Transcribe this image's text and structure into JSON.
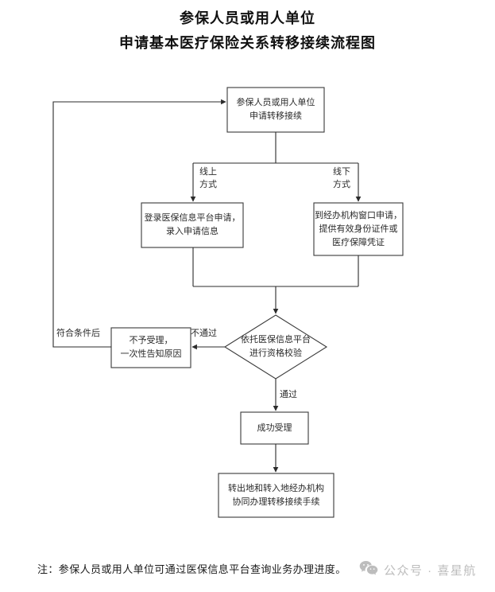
{
  "title": {
    "line1": "参保人员或用人单位",
    "line2": "申请基本医疗保险关系转移接续流程图"
  },
  "nodes": {
    "start": {
      "shape": "rect",
      "line1": "参保人员或用人单位",
      "line2": "申请转移接续"
    },
    "online": {
      "shape": "rect",
      "line1": "登录医保信息平台申请，",
      "line2": "录入申请信息"
    },
    "offline": {
      "shape": "rect",
      "line1": "到经办机构窗口申请，",
      "line2": "提供有效身份证件或",
      "line3": "医疗保障凭证"
    },
    "verify": {
      "shape": "diamond",
      "line1": "依托医保信息平台",
      "line2": "进行资格校验"
    },
    "reject": {
      "shape": "rect",
      "line1": "不予受理，",
      "line2": "一次性告知原因"
    },
    "accepted": {
      "shape": "rect",
      "line1": "成功受理"
    },
    "transfer": {
      "shape": "rect",
      "line1": "转出地和转入地经办机构",
      "line2": "协同办理转移接续手续"
    }
  },
  "edge_labels": {
    "online_branch": {
      "line1": "线上",
      "line2": "方式"
    },
    "offline_branch": {
      "line1": "线下",
      "line2": "方式"
    },
    "fail": {
      "line1": "不通过"
    },
    "pass": {
      "line1": "通过"
    },
    "requalify": {
      "line1": "符合条件后"
    }
  },
  "footer": {
    "note": "注：参保人员或用人单位可通过医保信息平台查询业务办理进度。"
  },
  "watermark": {
    "icon": "wechat-icon",
    "label": "公众号 · 喜星航"
  },
  "colors": {
    "line": "#3a3a3a",
    "text": "#2a2a2a",
    "title": "#111111",
    "watermark": "#bdbdbd",
    "background": "#ffffff"
  }
}
